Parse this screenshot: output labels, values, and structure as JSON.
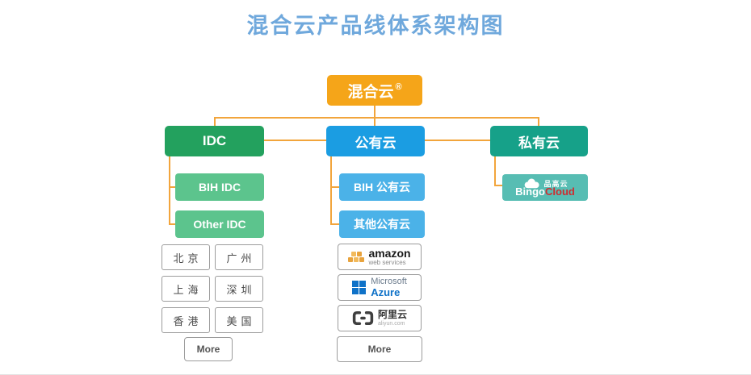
{
  "title": "混合云产品线体系架构图",
  "root": {
    "label": "混合云",
    "trademark": "®"
  },
  "branches": {
    "idc": "IDC",
    "public_cloud": "公有云",
    "private_cloud": "私有云"
  },
  "idc_children": [
    "BIH IDC",
    "Other IDC"
  ],
  "public_children": [
    "BIH 公有云",
    "其他公有云"
  ],
  "idc_locations": [
    "北京",
    "广州",
    "上海",
    "深圳",
    "香港",
    "美国"
  ],
  "idc_more": "More",
  "providers": {
    "amazon": {
      "name": "amazon",
      "subtitle": "web services"
    },
    "azure": {
      "company": "Microsoft",
      "product": "Azure"
    },
    "aliyun": {
      "name": "阿里云",
      "subtitle": "aliyun.com"
    }
  },
  "public_more": "More",
  "bingo": {
    "cn_name": "品高云",
    "brand_part1": "Bingo",
    "brand_part2": "Cloud"
  },
  "colors": {
    "title_blue": "#6FA8DC",
    "connector_orange": "#F2A53C",
    "root_orange": "#F5A519",
    "idc_green": "#23A15E",
    "idc_child_green": "#5CC48D",
    "public_blue": "#1B9DE2",
    "public_child_blue": "#4BB2E8",
    "private_teal": "#16A189",
    "bingo_box_teal": "#57BDB3",
    "azure_blue": "#0F72C8",
    "amazon_orange": "#E8A33D",
    "bingo_red": "#CE2C30"
  }
}
